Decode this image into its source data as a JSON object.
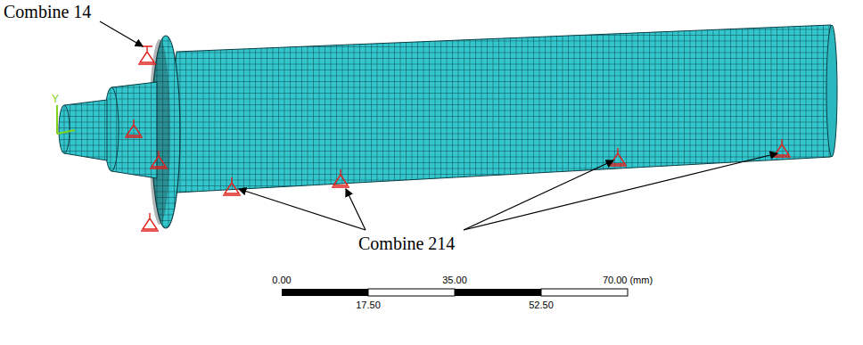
{
  "diagram": {
    "labels": [
      "Combine 14",
      "Combine 214",
      "0.00",
      "35.00",
      "70.00 (mm)",
      "17.50",
      "52.50",
      "Y"
    ]
  }
}
